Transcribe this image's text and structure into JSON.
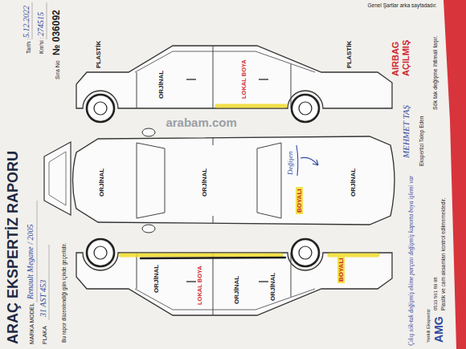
{
  "diagram": {
    "title": "ARAÇ EKSPERTİZ RAPORU",
    "labels": [
      "Tarih :",
      "5.12.2022",
      "Km'si :",
      "274515",
      "Sıra No",
      "№ 036092",
      "MARKA MODEL",
      "Renault Megane / 2005",
      "PLAKA",
      "31 AST 453",
      "Bu rapor düzenlendiği gün içinde geçerlidir.",
      "PLASTİK",
      "ORJİNAL",
      "LOKAL BOYA",
      "PLASTİK",
      "ORJİNAL",
      "ORJİNAL",
      "BOYALI",
      "Değişen",
      "ORJİNAL",
      "ORJİNAL",
      "LOKAL BOYA",
      "ORJİNAL",
      "ORJİNAL",
      "BOYALI",
      "arabam.com",
      "AIRBAG AÇILMIŞ",
      "MEHMET TAŞ",
      "Ekspertizi Talep Eden",
      "Sök tak değişme ihtimali taşır.",
      "Genel Şartlar arka sayfadadır.",
      "Çıkış sök-tak değişmiş ekime parçası değişmiş kaporta boya işlemi var",
      "Yetkili Ekspertiz",
      "AMG",
      "0533 561 89 98",
      "Plastik ve cam aksamları kontrol edilmemektedir."
    ]
  }
}
